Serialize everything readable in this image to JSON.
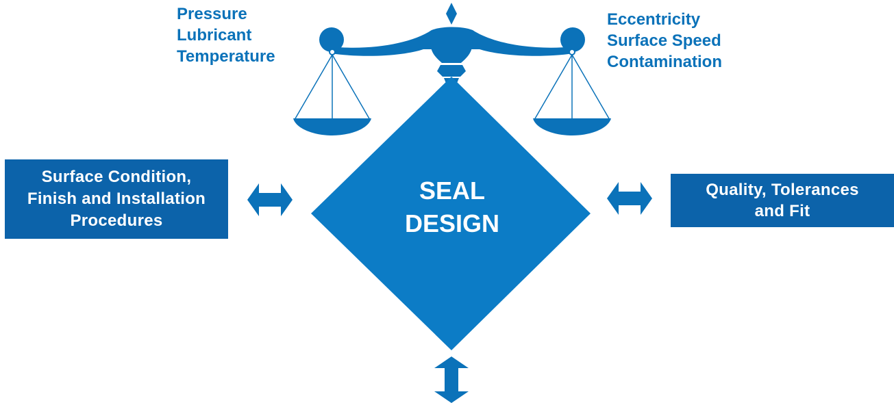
{
  "center": {
    "line1": "SEAL",
    "line2": "DESIGN"
  },
  "scale_left_factors": [
    "Pressure",
    "Lubricant",
    "Temperature"
  ],
  "scale_right_factors": [
    "Eccentricity",
    "Surface Speed",
    "Contamination"
  ],
  "left_box": {
    "lines": [
      "Surface Condition,",
      "Finish and Installation",
      "Procedures"
    ]
  },
  "right_box": {
    "lines": [
      "Quality, Tolerances",
      "and Fit"
    ]
  },
  "colors": {
    "primary": "#0b72b9",
    "diamond": "#0c7cc6",
    "box": "#0c63aa",
    "text_on_blue": "#ffffff"
  },
  "icons": [
    "balance-scale-icon",
    "double-arrow-horizontal-icon",
    "double-arrow-vertical-icon"
  ]
}
